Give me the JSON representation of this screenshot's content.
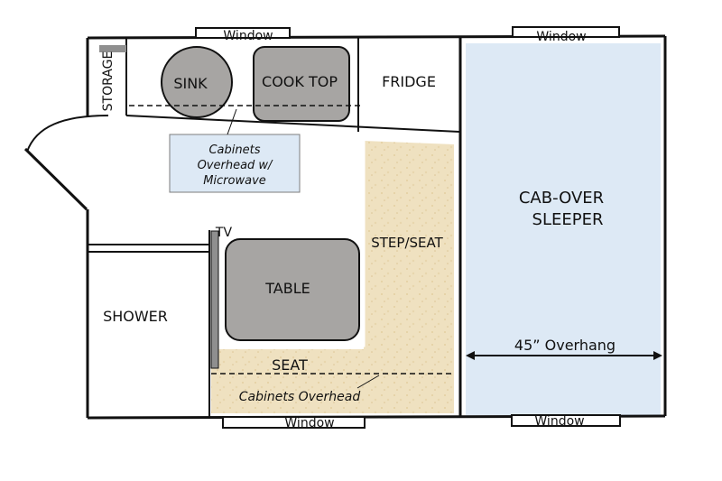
{
  "floorplan": {
    "labels": {
      "window_top_left": "Window",
      "window_top_right": "Window",
      "window_bottom_left": "Window",
      "window_bottom_right": "Window",
      "storage": "STORAGE",
      "sink": "SINK",
      "cooktop": "COOK TOP",
      "fridge": "FRIDGE",
      "cabinets_overhead_line1": "Cabinets",
      "cabinets_overhead_line2": "Overhead w/",
      "cabinets_overhead_line3": "Microwave",
      "tv": "TV",
      "step_seat": "STEP/SEAT",
      "table": "TABLE",
      "shower": "SHOWER",
      "seat": "SEAT",
      "cabinets_overhead_bottom": "Cabinets Overhead",
      "cabover_line1": "CAB-OVER",
      "cabover_line2": "SLEEPER",
      "overhang": "45” Overhang"
    },
    "colors": {
      "wall": "#111111",
      "fixture_fill": "#a7a5a3",
      "sleeper_fill": "#dde9f5",
      "callout_fill": "#dde9f5",
      "seat_fill": "#efe1c0",
      "tv_fill": "#8f8f8f"
    }
  }
}
